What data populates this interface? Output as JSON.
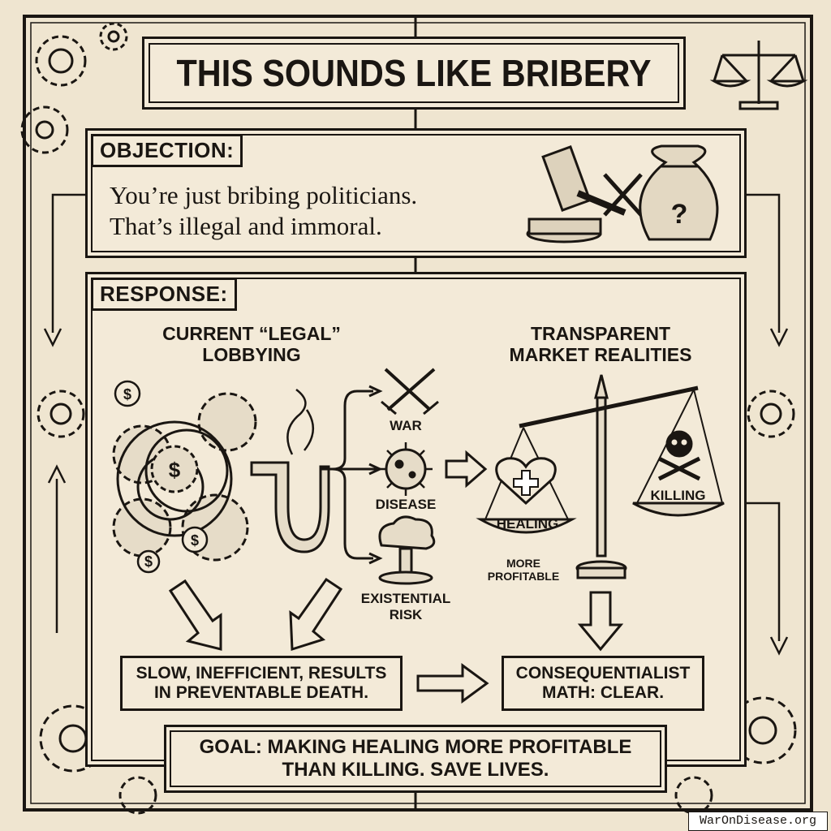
{
  "title": "THIS SOUNDS LIKE BRIBERY",
  "objection": {
    "label": "OBJECTION:",
    "lines": [
      "You’re just bribing politicians.",
      "That’s illegal and immoral."
    ]
  },
  "response": {
    "label": "RESPONSE:",
    "left_heading": [
      "CURRENT “LEGAL”",
      "LOBBYING"
    ],
    "right_heading": [
      "TRANSPARENT",
      "MARKET REALITIES"
    ],
    "outcomes": [
      "WAR",
      "DISEASE",
      "EXISTENTIAL",
      "RISK"
    ],
    "scale_left": "HEALING",
    "scale_right": "KILLING",
    "scale_note": [
      "MORE",
      "PROFITABLE"
    ],
    "left_result": [
      "SLOW, INEFFICIENT, RESULTS",
      "IN PREVENTABLE DEATH."
    ],
    "right_result": [
      "CONSEQUENTIALIST",
      "MATH: CLEAR."
    ],
    "goal": [
      "GOAL: MAKING HEALING MORE PROFITABLE",
      "THAN KILLING. SAVE LIVES."
    ]
  },
  "watermark": "WarOnDisease.org"
}
